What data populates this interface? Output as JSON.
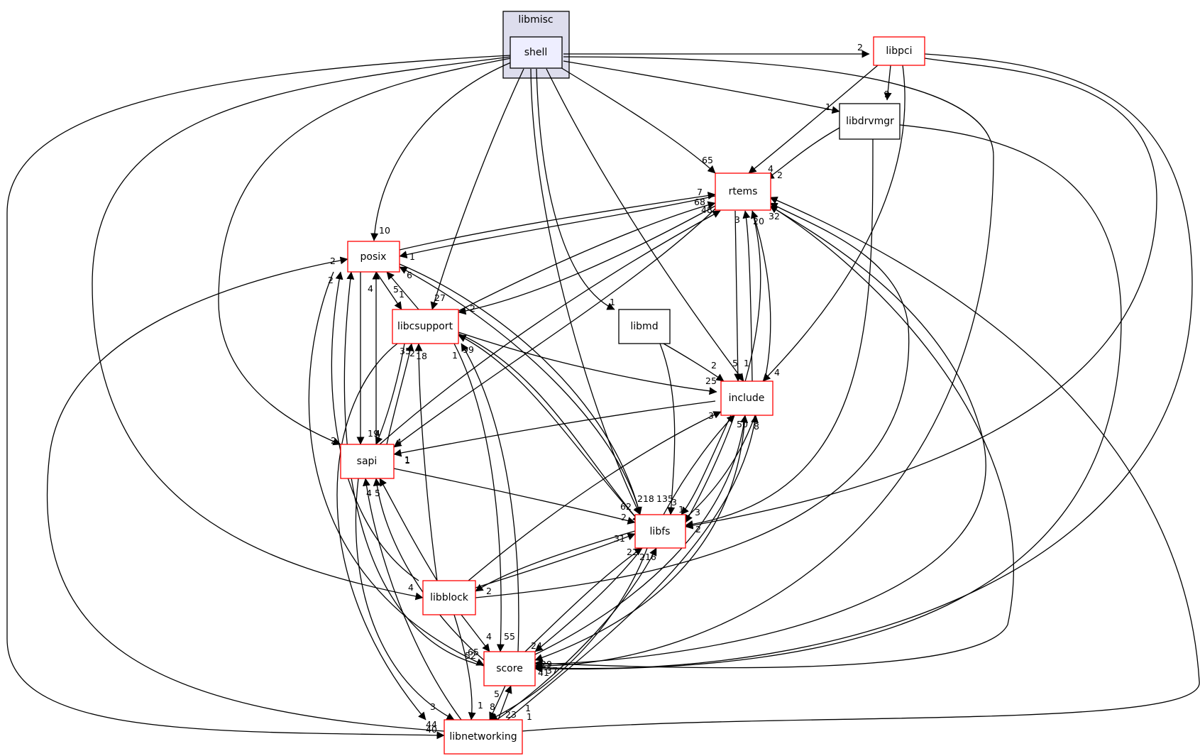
{
  "cluster": {
    "label": "libmisc"
  },
  "nodes": {
    "shell": "shell",
    "libpci": "libpci",
    "libdrvmgr": "libdrvmgr",
    "rtems": "rtems",
    "posix": "posix",
    "libcsupport": "libcsupport",
    "libmd": "libmd",
    "include": "include",
    "sapi": "sapi",
    "libfs": "libfs",
    "libblock": "libblock",
    "score": "score",
    "libnetworking": "libnetworking"
  },
  "edge_labels": [
    "2",
    "1",
    "2",
    "4",
    "2",
    "4",
    "65",
    "10",
    "27",
    "1",
    "2",
    "2",
    "7",
    "68",
    "48",
    "1",
    "6",
    "2",
    "3",
    "20",
    "32",
    "5",
    "1",
    "4",
    "25",
    "2",
    "5",
    "1",
    "2",
    "4",
    "19",
    "4",
    "1",
    "35",
    "2",
    "18",
    "1",
    "99",
    "3",
    "50",
    "8",
    "1",
    "218",
    "135",
    "3",
    "1",
    "3",
    "62",
    "2",
    "2",
    "31",
    "22",
    "216",
    "4",
    "2",
    "4",
    "55",
    "65",
    "52",
    "24",
    "29",
    "41",
    "37",
    "1",
    "8",
    "5",
    "23",
    "3",
    "44",
    "40",
    "1",
    "1",
    "4",
    "5"
  ]
}
